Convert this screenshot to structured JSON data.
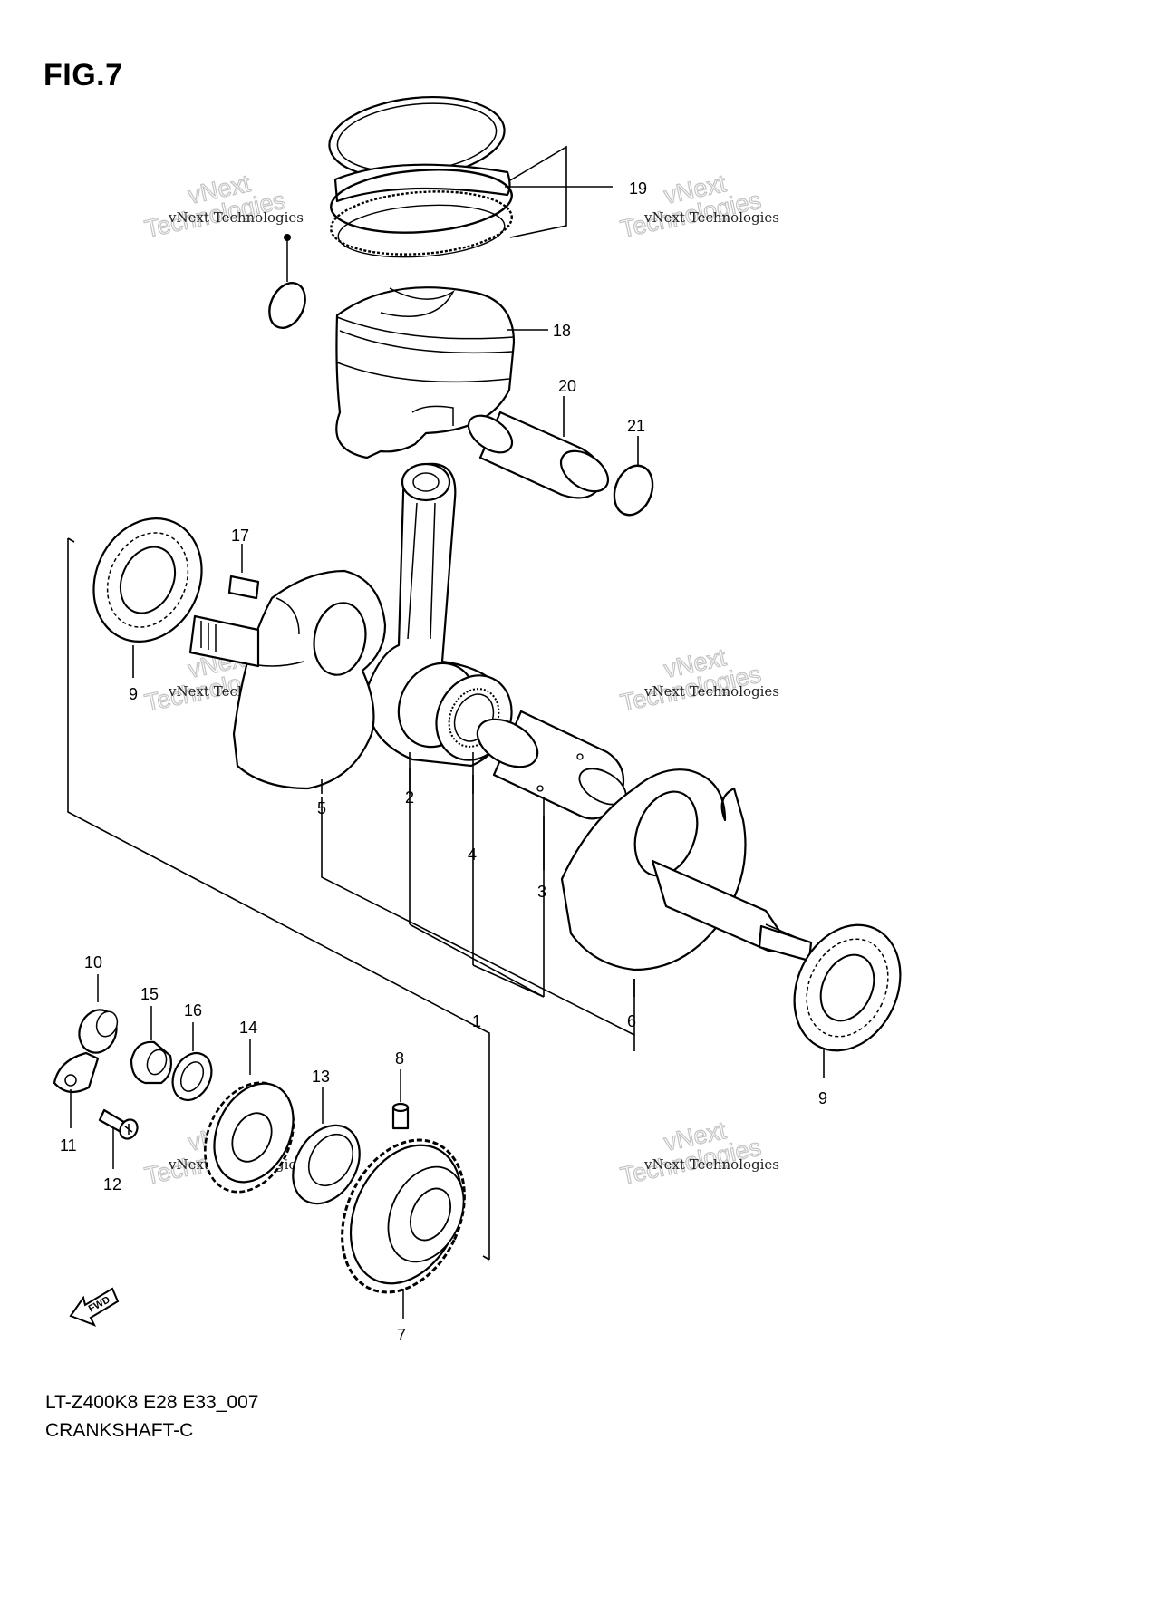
{
  "figure": {
    "title": "FIG.7",
    "caption_model": "LT-Z400K8 E28 E33_007",
    "caption_name": "CRANKSHAFT-C"
  },
  "watermark": {
    "line1": "vNext Technologies",
    "line2": "vNext",
    "line3": "Technologies"
  },
  "direction_marker": "FWD",
  "callouts": {
    "p1": "1",
    "p2": "2",
    "p3": "3",
    "p4": "4",
    "p5": "5",
    "p6": "6",
    "p7": "7",
    "p8": "8",
    "p9a": "9",
    "p9b": "9",
    "p10": "10",
    "p11": "11",
    "p12": "12",
    "p13": "13",
    "p14": "14",
    "p15": "15",
    "p16": "16",
    "p17": "17",
    "p18": "18",
    "p19": "19",
    "p20": "20",
    "p21": "21"
  }
}
